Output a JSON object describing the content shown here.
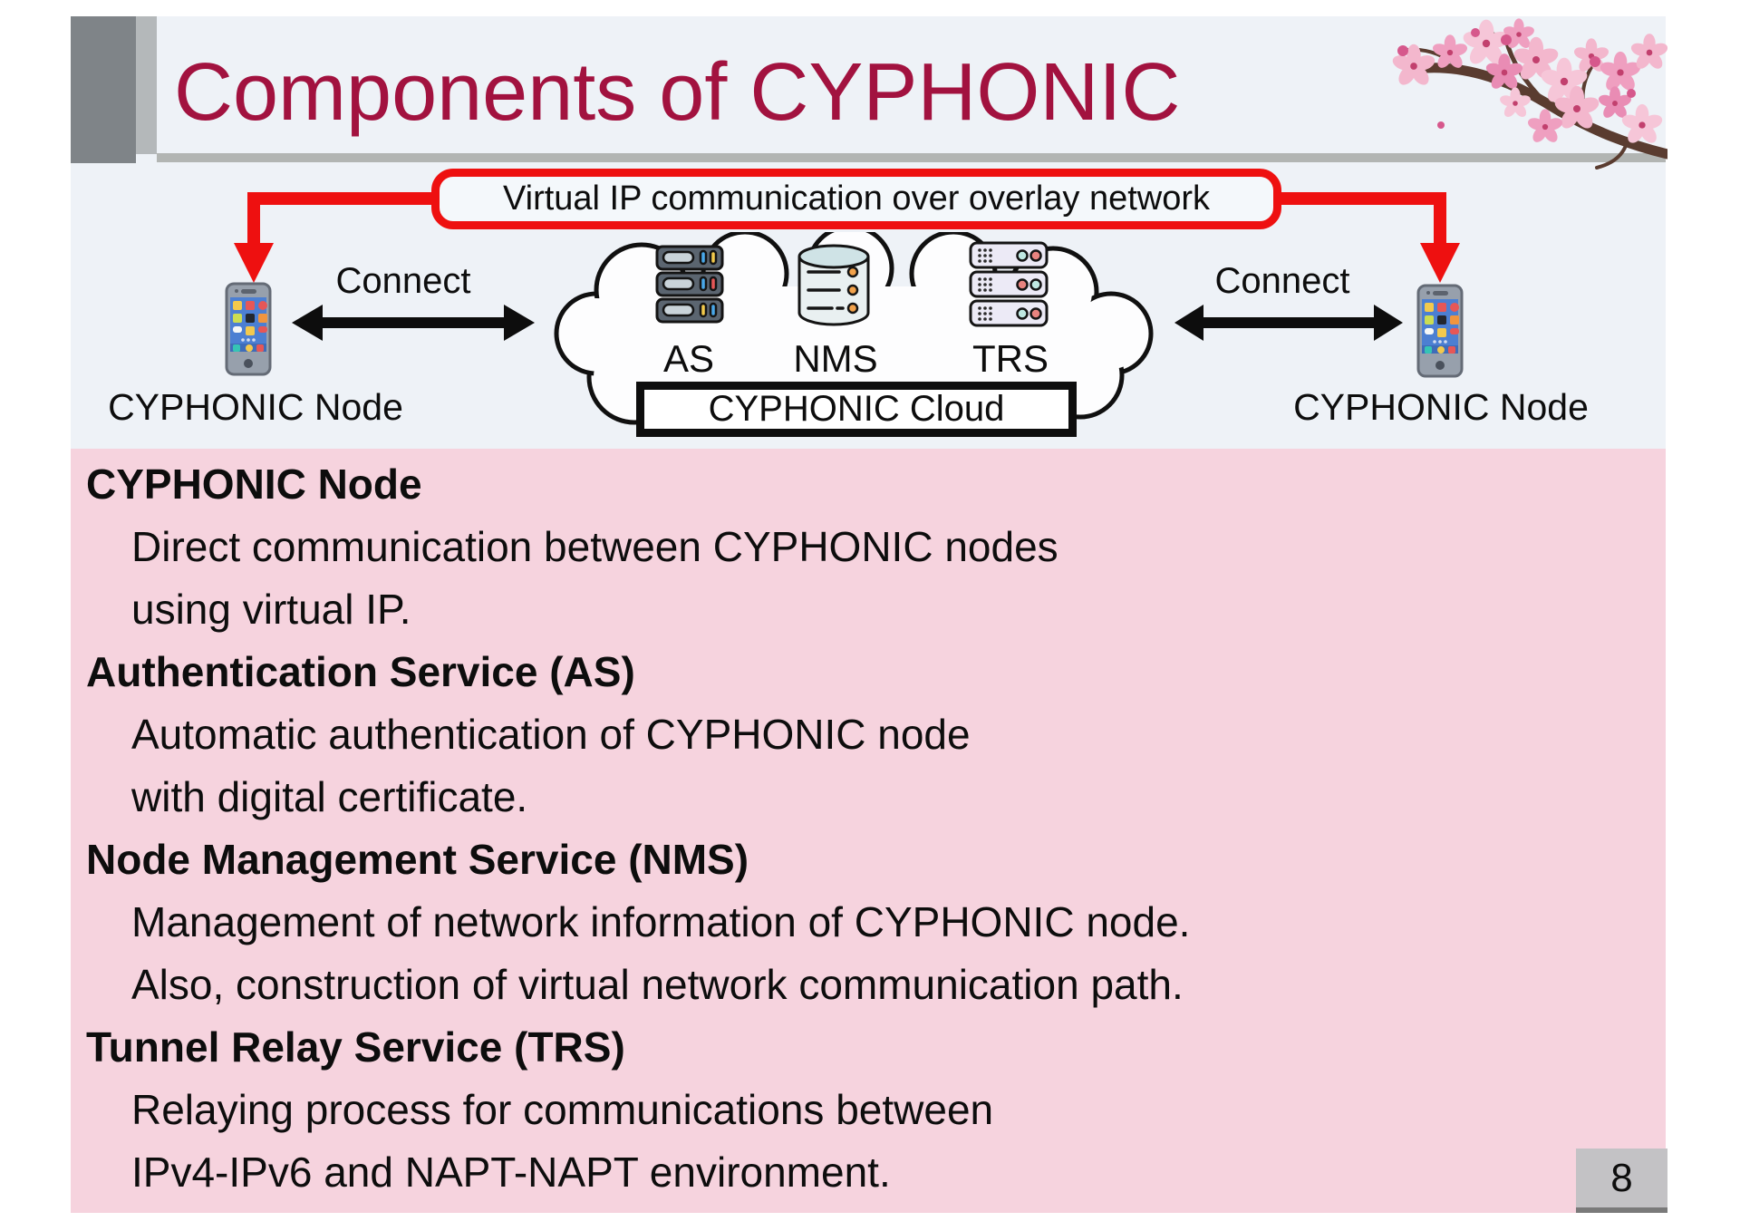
{
  "slide": {
    "title": "Components of CYPHONIC",
    "page_number": "8",
    "banner": "Virtual IP communication over overlay network",
    "diagram": {
      "left_node": {
        "label": "CYPHONIC Node",
        "connect": "Connect"
      },
      "right_node": {
        "label": "CYPHONIC Node",
        "connect": "Connect"
      },
      "cloud": {
        "label": "CYPHONIC Cloud",
        "services": [
          "AS",
          "NMS",
          "TRS"
        ]
      }
    },
    "body": {
      "sections": [
        {
          "heading": "CYPHONIC Node",
          "lines": [
            "Direct communication between CYPHONIC nodes",
            "using virtual IP."
          ]
        },
        {
          "heading": "Authentication Service (AS)",
          "lines": [
            "Automatic authentication of CYPHONIC node",
            "with digital certificate."
          ]
        },
        {
          "heading": "Node Management Service (NMS)",
          "lines": [
            "Management of network information of CYPHONIC node.",
            "Also, construction of virtual network communication path."
          ]
        },
        {
          "heading": "Tunnel Relay Service (TRS)",
          "lines": [
            "Relaying process for communications between",
            "IPv4-IPv6 and NAPT-NAPT environment."
          ]
        }
      ]
    },
    "colors": {
      "title_text": "#A2123F",
      "accent_red": "#EE1010",
      "pink_panel": "#F6D3DE",
      "diagram_bg": "#EEF2F7",
      "gray_block": "#7F8488",
      "gray_bar": "#B2B5B3",
      "page_box": "#C3C2C5"
    }
  }
}
